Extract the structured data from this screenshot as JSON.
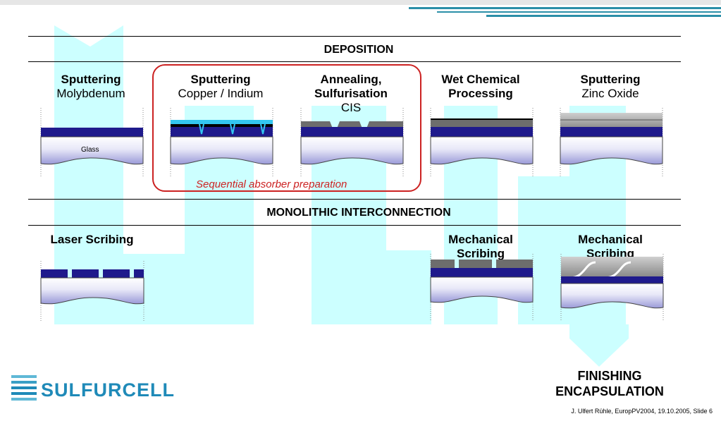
{
  "sections": {
    "deposition": "DEPOSITION",
    "interconnection": "MONOLITHIC INTERCONNECTION"
  },
  "steps": [
    {
      "line1": "Sputtering",
      "line2": "Molybdenum"
    },
    {
      "line1": "Sputtering",
      "line2": "Copper / Indium"
    },
    {
      "line1": "Annealing,",
      "line2": "Sulfurisation",
      "line3": "CIS"
    },
    {
      "line1": "Wet Chemical",
      "line2": "Processing"
    },
    {
      "line1": "Sputtering",
      "line2": "Zinc Oxide"
    }
  ],
  "interconnection_steps": [
    {
      "line1": "Laser Scribing"
    },
    {
      "line1": "Mechanical",
      "line2": "Scribing"
    },
    {
      "line1": "Mechanical",
      "line2": "Scribing"
    }
  ],
  "glass_label": "Glass",
  "sequential_label": "Sequential absorber preparation",
  "finishing": {
    "line1": "FINISHING",
    "line2": "ENCAPSULATION"
  },
  "logo": "SULFURCELL",
  "footer": "J. Ulfert Rühle, EuropPV2004, 19.10.2005, Slide 6",
  "colors": {
    "flow_arrow": "#ccffff",
    "molybdenum": "#1f1a8c",
    "copper_indium": "#33c6f0",
    "cis": "#6d6d6d",
    "zinc_oxide": "#a9a9a9",
    "glass_top": "#ffffff",
    "glass_bottom": "#9a9ad8",
    "accent_red": "#cc2222",
    "logo_blue": "#1f8ab8"
  }
}
